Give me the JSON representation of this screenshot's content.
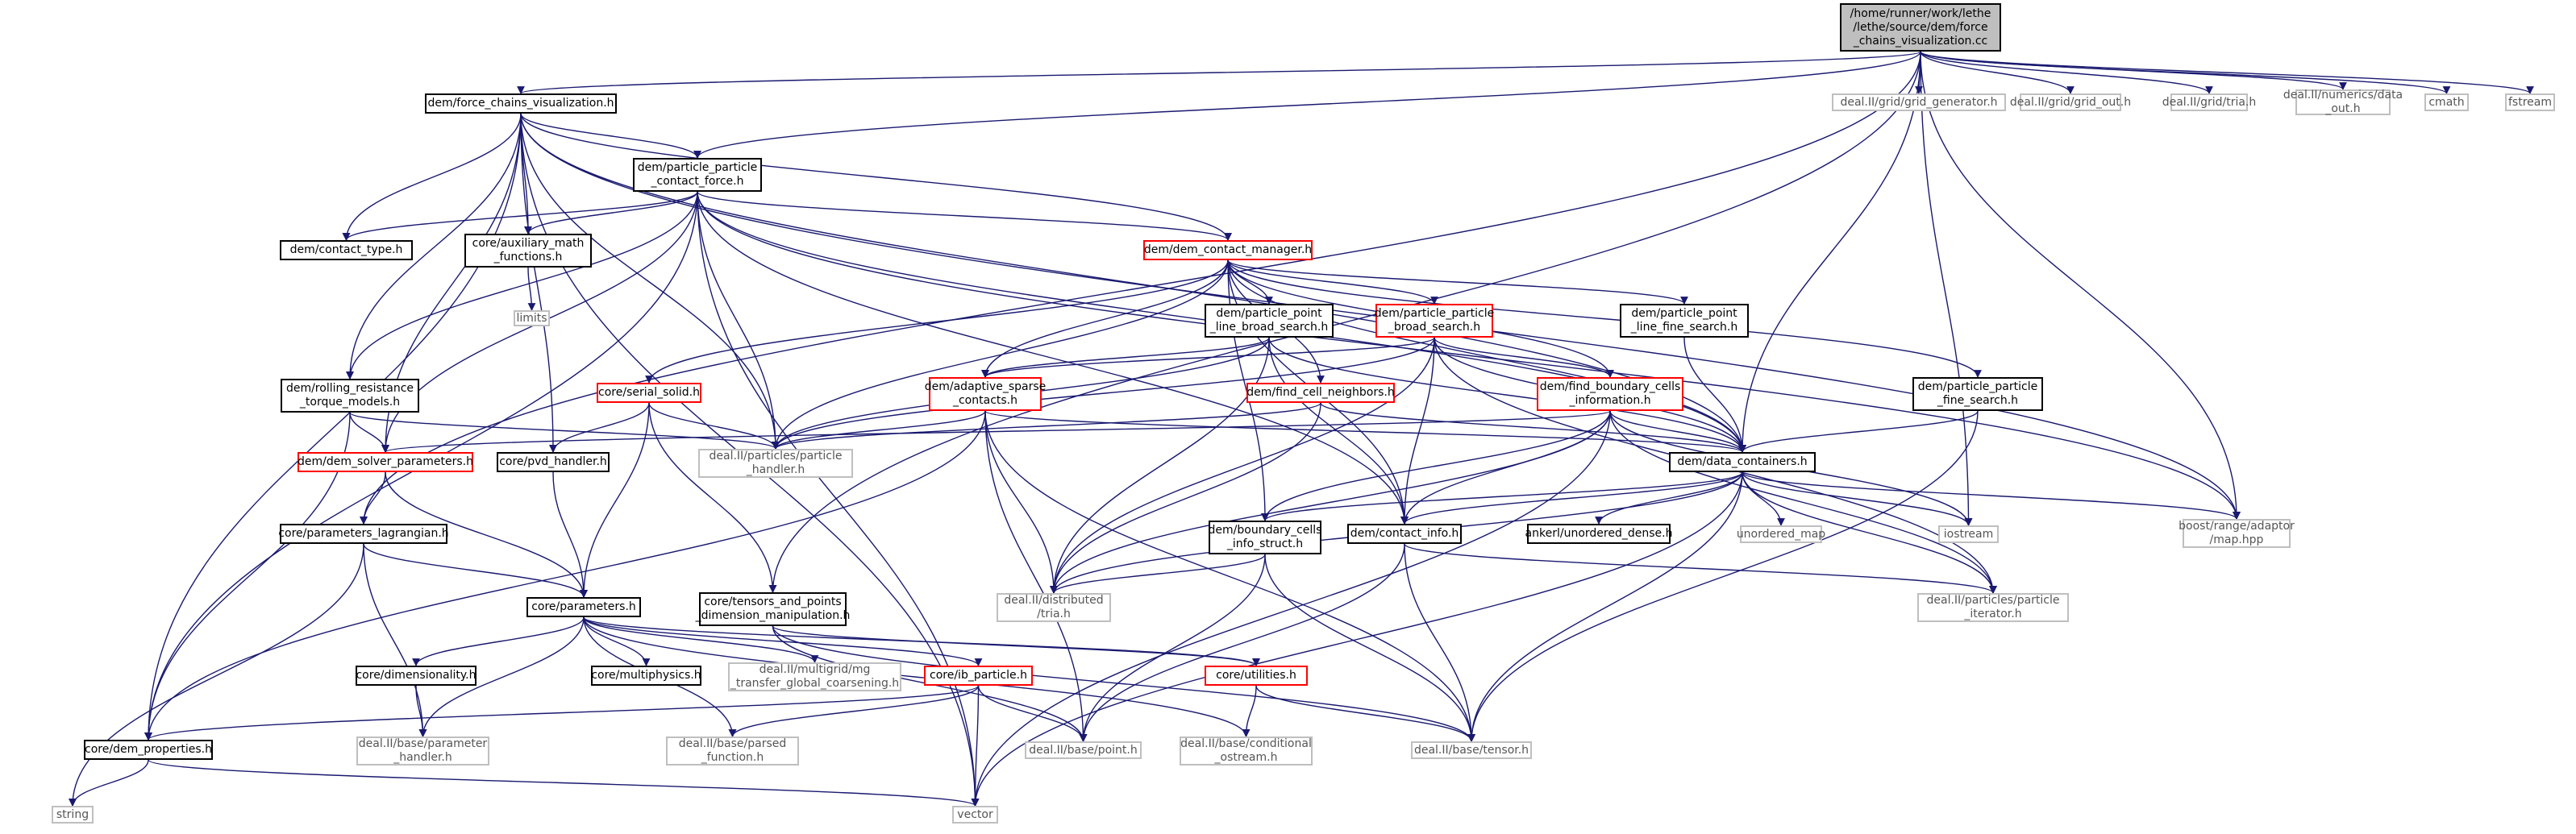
{
  "diagram": {
    "type": "include-dependency-graph",
    "colors": {
      "edge": "#191970",
      "root_fill": "#bfbfbf",
      "documented": "#000000",
      "truncated": "#ff0000",
      "external": "#bfbfbf"
    },
    "nodes": [
      {
        "id": "root",
        "label": "/home/runner/work/lethe\n/lethe/source/dem/force\n_chains_visualization.cc",
        "kind": "root"
      },
      {
        "id": "fcv",
        "label": "dem/force_chains_visualization.h",
        "kind": "std"
      },
      {
        "id": "ppcf",
        "label": "dem/particle_particle\n_contact_force.h",
        "kind": "std"
      },
      {
        "id": "ct",
        "label": "dem/contact_type.h",
        "kind": "std"
      },
      {
        "id": "aux",
        "label": "core/auxiliary_math\n_functions.h",
        "kind": "std"
      },
      {
        "id": "limits",
        "label": "limits",
        "kind": "ext"
      },
      {
        "id": "dcm",
        "label": "dem/dem_contact_manager.h",
        "kind": "red"
      },
      {
        "id": "grid_gen",
        "label": "deal.II/grid/grid_generator.h",
        "kind": "ext"
      },
      {
        "id": "grid_out",
        "label": "deal.II/grid/grid_out.h",
        "kind": "ext"
      },
      {
        "id": "tria",
        "label": "deal.II/grid/tria.h",
        "kind": "ext"
      },
      {
        "id": "num_data",
        "label": "deal.II/numerics/data\n_out.h",
        "kind": "ext"
      },
      {
        "id": "cmath",
        "label": "cmath",
        "kind": "ext"
      },
      {
        "id": "fstream",
        "label": "fstream",
        "kind": "ext"
      },
      {
        "id": "pplbs",
        "label": "dem/particle_point\n_line_broad_search.h",
        "kind": "std"
      },
      {
        "id": "ppbs",
        "label": "dem/particle_particle\n_broad_search.h",
        "kind": "red"
      },
      {
        "id": "pplfs",
        "label": "dem/particle_point\n_line_fine_search.h",
        "kind": "std"
      },
      {
        "id": "rrt",
        "label": "dem/rolling_resistance\n_torque_models.h",
        "kind": "std"
      },
      {
        "id": "ss",
        "label": "core/serial_solid.h",
        "kind": "red"
      },
      {
        "id": "asc",
        "label": "dem/adaptive_sparse\n_contacts.h",
        "kind": "red"
      },
      {
        "id": "fcn",
        "label": "dem/find_cell_neighbors.h",
        "kind": "red"
      },
      {
        "id": "fbci",
        "label": "dem/find_boundary_cells\n_information.h",
        "kind": "red"
      },
      {
        "id": "ppfs",
        "label": "dem/particle_particle\n_fine_search.h",
        "kind": "std"
      },
      {
        "id": "dsp",
        "label": "dem/dem_solver_parameters.h",
        "kind": "red"
      },
      {
        "id": "pvd",
        "label": "core/pvd_handler.h",
        "kind": "std"
      },
      {
        "id": "ph",
        "label": "deal.II/particles/particle\n_handler.h",
        "kind": "ext"
      },
      {
        "id": "dc",
        "label": "dem/data_containers.h",
        "kind": "std"
      },
      {
        "id": "pl",
        "label": "core/parameters_lagrangian.h",
        "kind": "std"
      },
      {
        "id": "bcis",
        "label": "dem/boundary_cells\n_info_struct.h",
        "kind": "std"
      },
      {
        "id": "ci",
        "label": "dem/contact_info.h",
        "kind": "std"
      },
      {
        "id": "aud",
        "label": "ankerl/unordered_dense.h",
        "kind": "std"
      },
      {
        "id": "umap",
        "label": "unordered_map",
        "kind": "ext"
      },
      {
        "id": "iostream",
        "label": "iostream",
        "kind": "ext"
      },
      {
        "id": "boost",
        "label": "boost/range/adaptor\n/map.hpp",
        "kind": "ext"
      },
      {
        "id": "tpdm",
        "label": "core/tensors_and_points\n_dimension_manipulation.h",
        "kind": "std"
      },
      {
        "id": "dist_tria",
        "label": "deal.II/distributed\n/tria.h",
        "kind": "ext"
      },
      {
        "id": "pit",
        "label": "deal.II/particles/particle\n_iterator.h",
        "kind": "ext"
      },
      {
        "id": "params",
        "label": "core/parameters.h",
        "kind": "std"
      },
      {
        "id": "dim",
        "label": "core/dimensionality.h",
        "kind": "std"
      },
      {
        "id": "mp",
        "label": "core/multiphysics.h",
        "kind": "std"
      },
      {
        "id": "mg",
        "label": "deal.II/multigrid/mg\n_transfer_global_coarsening.h",
        "kind": "ext"
      },
      {
        "id": "ib",
        "label": "core/ib_particle.h",
        "kind": "red"
      },
      {
        "id": "util",
        "label": "core/utilities.h",
        "kind": "red"
      },
      {
        "id": "dp",
        "label": "core/dem_properties.h",
        "kind": "std"
      },
      {
        "id": "param_handler",
        "label": "deal.II/base/parameter\n_handler.h",
        "kind": "ext"
      },
      {
        "id": "pf",
        "label": "deal.II/base/parsed\n_function.h",
        "kind": "ext"
      },
      {
        "id": "point",
        "label": "deal.II/base/point.h",
        "kind": "ext"
      },
      {
        "id": "cond",
        "label": "deal.II/base/conditional\n_ostream.h",
        "kind": "ext"
      },
      {
        "id": "tensor",
        "label": "deal.II/base/tensor.h",
        "kind": "ext"
      },
      {
        "id": "string",
        "label": "string",
        "kind": "ext"
      },
      {
        "id": "vector",
        "label": "vector",
        "kind": "ext"
      }
    ],
    "edges": [
      [
        "root",
        "fcv"
      ],
      [
        "root",
        "ppcf"
      ],
      [
        "root",
        "grid_gen"
      ],
      [
        "root",
        "grid_out"
      ],
      [
        "root",
        "tria"
      ],
      [
        "root",
        "num_data"
      ],
      [
        "root",
        "cmath"
      ],
      [
        "root",
        "fstream"
      ],
      [
        "root",
        "pl"
      ],
      [
        "root",
        "tpdm"
      ],
      [
        "root",
        "iostream"
      ],
      [
        "root",
        "boost"
      ],
      [
        "root",
        "dc"
      ],
      [
        "fcv",
        "ppcf"
      ],
      [
        "fcv",
        "ct"
      ],
      [
        "fcv",
        "aux"
      ],
      [
        "fcv",
        "dcm"
      ],
      [
        "fcv",
        "rrt"
      ],
      [
        "fcv",
        "dsp"
      ],
      [
        "fcv",
        "pvd"
      ],
      [
        "fcv",
        "ph"
      ],
      [
        "fcv",
        "dp"
      ],
      [
        "fcv",
        "vector"
      ],
      [
        "fcv",
        "dc"
      ],
      [
        "fcv",
        "boost"
      ],
      [
        "ppcf",
        "ct"
      ],
      [
        "ppcf",
        "aux"
      ],
      [
        "ppcf",
        "dcm"
      ],
      [
        "ppcf",
        "rrt"
      ],
      [
        "ppcf",
        "dsp"
      ],
      [
        "ppcf",
        "ph"
      ],
      [
        "ppcf",
        "dc"
      ],
      [
        "ppcf",
        "ci"
      ],
      [
        "ppcf",
        "dp"
      ],
      [
        "ppcf",
        "vector"
      ],
      [
        "ppcf",
        "boost"
      ],
      [
        "aux",
        "limits"
      ],
      [
        "dcm",
        "pplbs"
      ],
      [
        "dcm",
        "ppbs"
      ],
      [
        "dcm",
        "pplfs"
      ],
      [
        "dcm",
        "ss"
      ],
      [
        "dcm",
        "asc"
      ],
      [
        "dcm",
        "fcn"
      ],
      [
        "dcm",
        "fbci"
      ],
      [
        "dcm",
        "ppfs"
      ],
      [
        "dcm",
        "ph"
      ],
      [
        "dcm",
        "dc"
      ],
      [
        "dcm",
        "bcis"
      ],
      [
        "dcm",
        "ci"
      ],
      [
        "pplbs",
        "asc"
      ],
      [
        "pplbs",
        "ph"
      ],
      [
        "pplbs",
        "dc"
      ],
      [
        "pplbs",
        "ci"
      ],
      [
        "pplbs",
        "dist_tria"
      ],
      [
        "ppbs",
        "asc"
      ],
      [
        "ppbs",
        "fbci"
      ],
      [
        "ppbs",
        "ph"
      ],
      [
        "ppbs",
        "dc"
      ],
      [
        "ppbs",
        "ci"
      ],
      [
        "ppbs",
        "dist_tria"
      ],
      [
        "ppbs",
        "pit"
      ],
      [
        "pplfs",
        "dc"
      ],
      [
        "rrt",
        "dsp"
      ],
      [
        "rrt",
        "ph"
      ],
      [
        "rrt",
        "dp"
      ],
      [
        "ss",
        "pvd"
      ],
      [
        "ss",
        "params"
      ],
      [
        "ss",
        "tpdm"
      ],
      [
        "ss",
        "ph"
      ],
      [
        "asc",
        "ph"
      ],
      [
        "asc",
        "dc"
      ],
      [
        "asc",
        "dp"
      ],
      [
        "asc",
        "dist_tria"
      ],
      [
        "asc",
        "point"
      ],
      [
        "asc",
        "tensor"
      ],
      [
        "fcn",
        "ph"
      ],
      [
        "fcn",
        "dc"
      ],
      [
        "fcn",
        "dist_tria"
      ],
      [
        "fbci",
        "dsp"
      ],
      [
        "fbci",
        "dc"
      ],
      [
        "fbci",
        "bcis"
      ],
      [
        "fbci",
        "ci"
      ],
      [
        "fbci",
        "dist_tria"
      ],
      [
        "fbci",
        "iostream"
      ],
      [
        "fbci",
        "vector"
      ],
      [
        "fbci",
        "pit"
      ],
      [
        "ppfs",
        "dc"
      ],
      [
        "ppfs",
        "tensor"
      ],
      [
        "dsp",
        "pl"
      ],
      [
        "dsp",
        "params"
      ],
      [
        "pvd",
        "params"
      ],
      [
        "dc",
        "bcis"
      ],
      [
        "dc",
        "ci"
      ],
      [
        "dc",
        "aud"
      ],
      [
        "dc",
        "umap"
      ],
      [
        "dc",
        "iostream"
      ],
      [
        "dc",
        "boost"
      ],
      [
        "dc",
        "dist_tria"
      ],
      [
        "dc",
        "pit"
      ],
      [
        "dc",
        "tensor"
      ],
      [
        "dc",
        "vector"
      ],
      [
        "pl",
        "params"
      ],
      [
        "pl",
        "param_handler"
      ],
      [
        "pl",
        "string"
      ],
      [
        "bcis",
        "point"
      ],
      [
        "bcis",
        "tensor"
      ],
      [
        "bcis",
        "dist_tria"
      ],
      [
        "ci",
        "point"
      ],
      [
        "ci",
        "tensor"
      ],
      [
        "ci",
        "pit"
      ],
      [
        "tpdm",
        "util"
      ],
      [
        "tpdm",
        "tensor"
      ],
      [
        "tpdm",
        "point"
      ],
      [
        "params",
        "dim"
      ],
      [
        "params",
        "mp"
      ],
      [
        "params",
        "mg"
      ],
      [
        "params",
        "ib"
      ],
      [
        "params",
        "util"
      ],
      [
        "params",
        "param_handler"
      ],
      [
        "params",
        "pf"
      ],
      [
        "params",
        "cond"
      ],
      [
        "dim",
        "param_handler"
      ],
      [
        "ib",
        "dp"
      ],
      [
        "ib",
        "point"
      ],
      [
        "ib",
        "pf"
      ],
      [
        "ib",
        "vector"
      ],
      [
        "util",
        "cond"
      ],
      [
        "util",
        "tensor"
      ],
      [
        "dp",
        "string"
      ],
      [
        "dp",
        "vector"
      ]
    ]
  }
}
